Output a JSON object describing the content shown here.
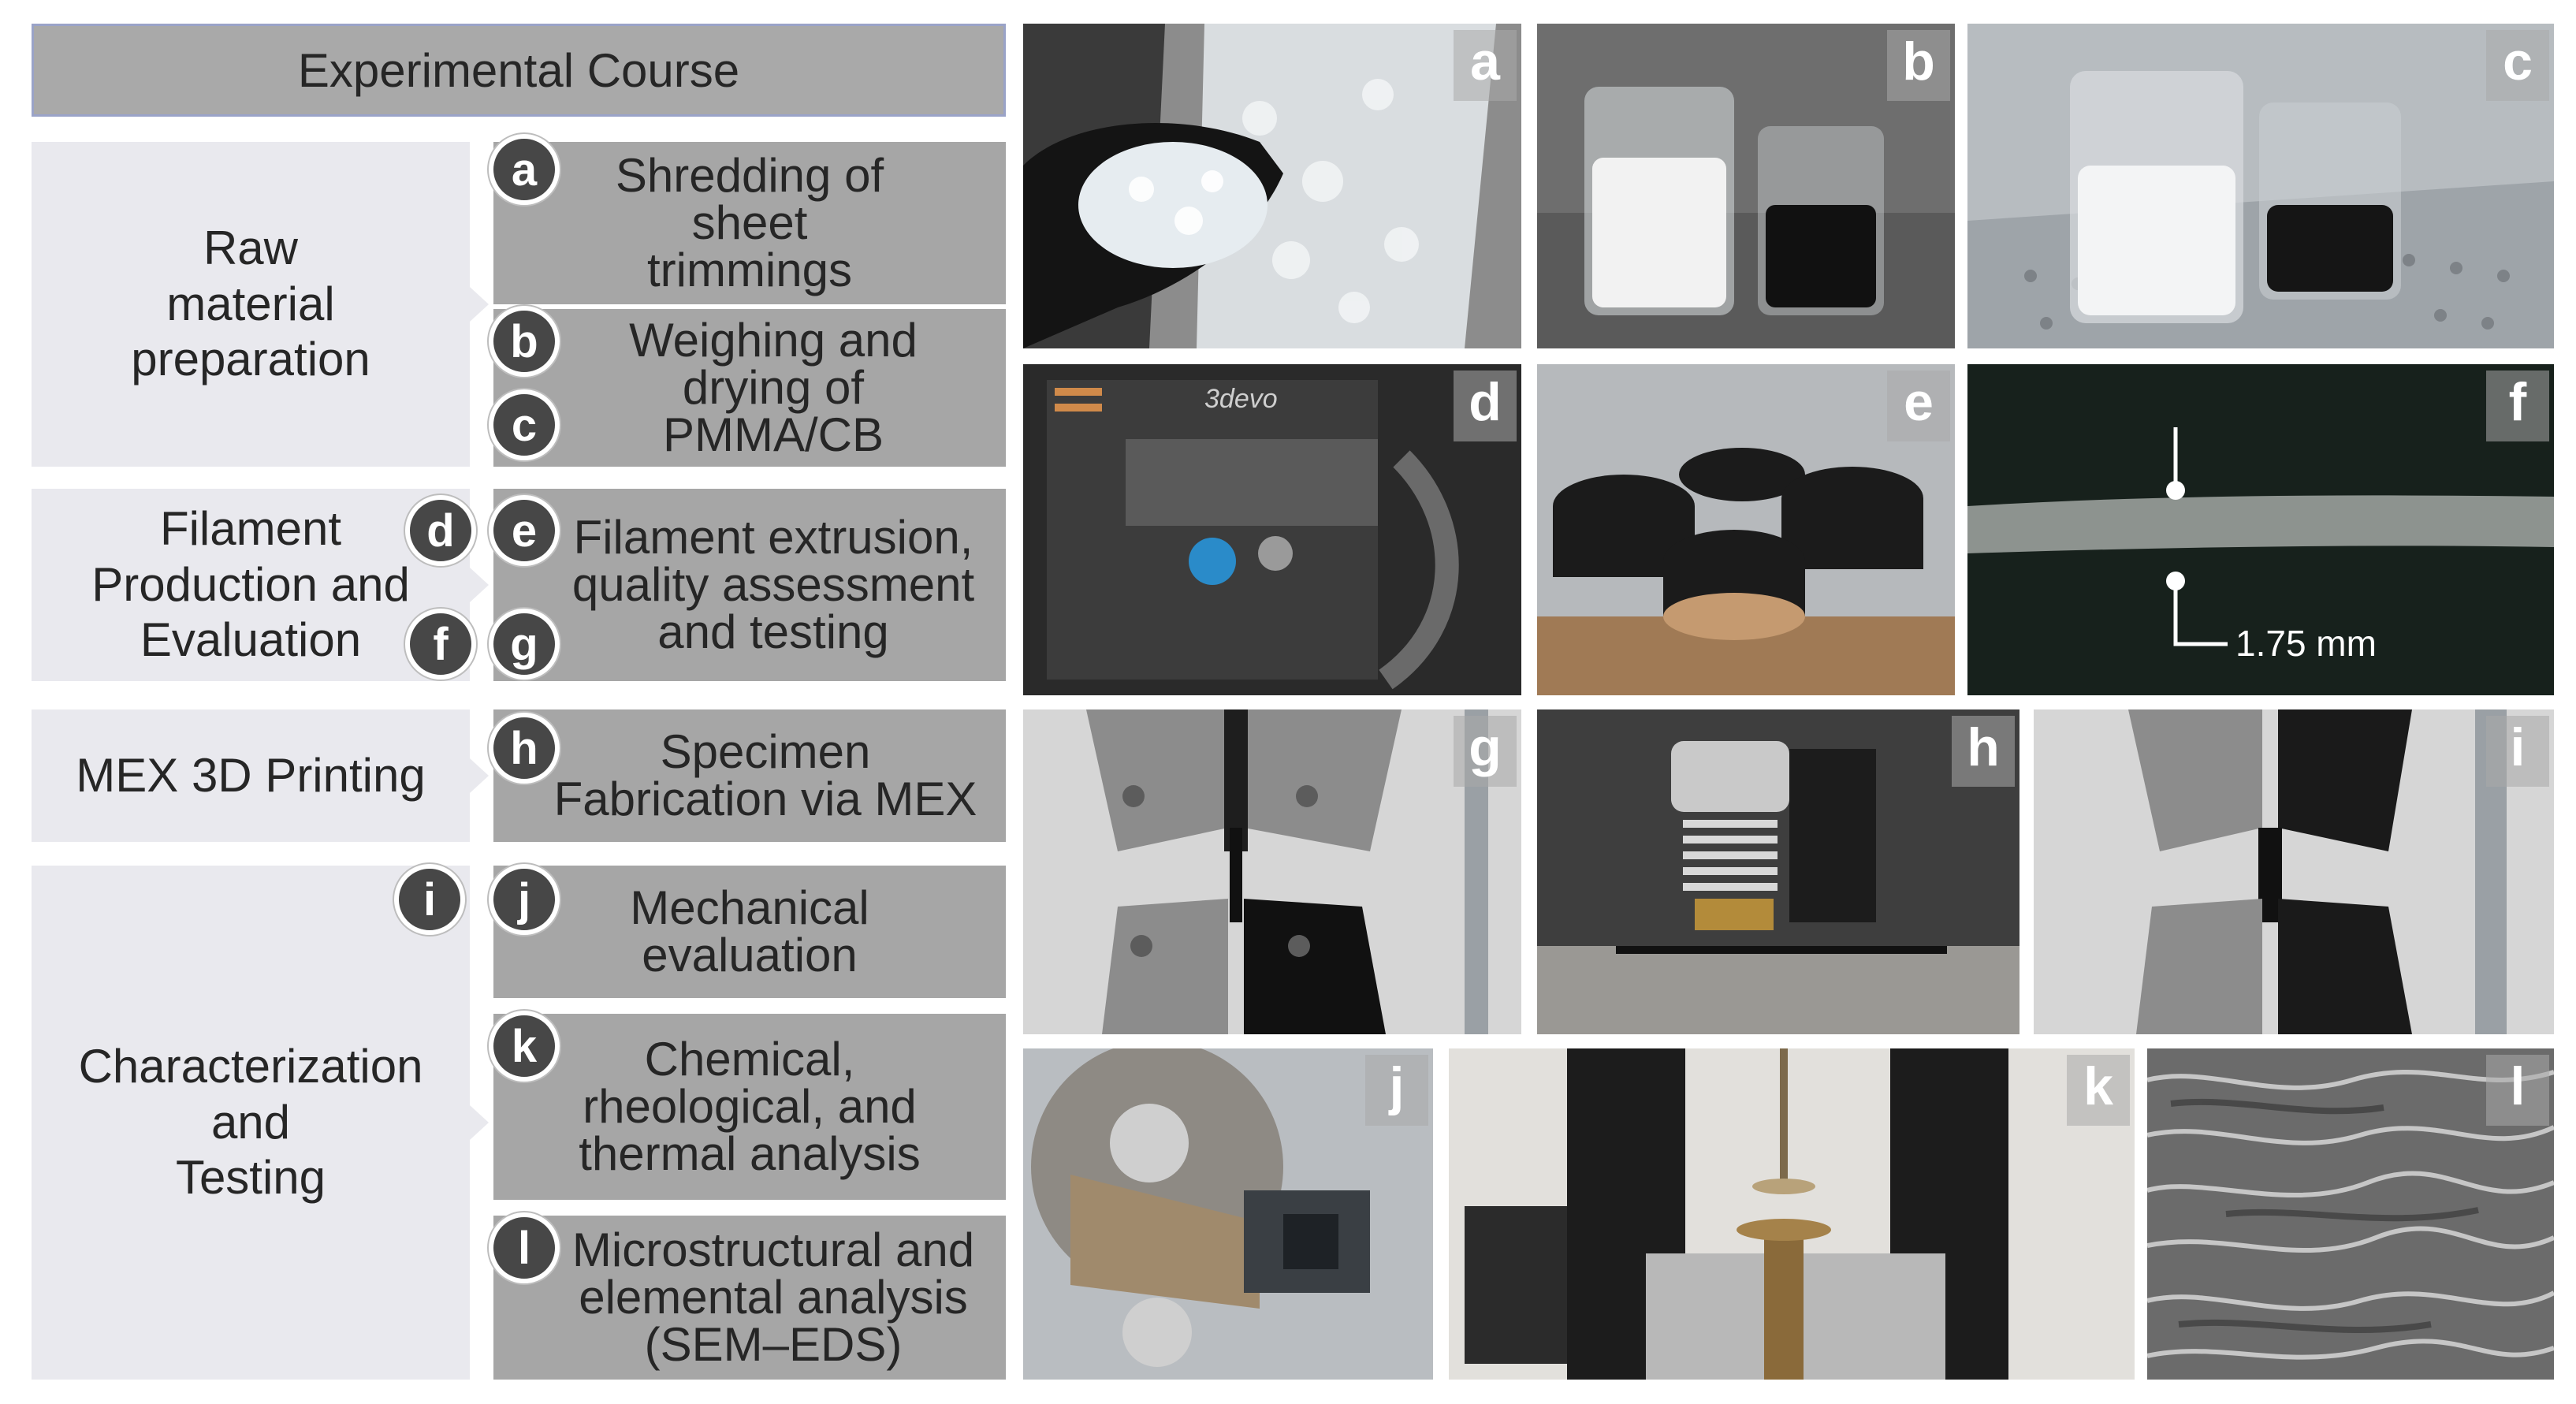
{
  "header": {
    "title": "Experimental Course"
  },
  "categories": [
    {
      "label": "Raw\nmaterial\npreparation"
    },
    {
      "label": "Filament\nProduction and\nEvaluation"
    },
    {
      "label": "MEX 3D Printing"
    },
    {
      "label": "Characterization\nand\nTesting"
    }
  ],
  "steps": [
    {
      "label": "Shredding of\nsheet\ntrimmings"
    },
    {
      "label": "Weighing and\ndrying of\nPMMA/CB"
    },
    {
      "label": "Filament extrusion,\nquality assessment\nand testing"
    },
    {
      "label": "Specimen\nFabrication via MEX"
    },
    {
      "label": "Mechanical\nevaluation"
    },
    {
      "label": "Chemical,\nrheological, and\nthermal analysis"
    },
    {
      "label": "Microstructural and\nelemental analysis\n(SEM–EDS)"
    }
  ],
  "badges": [
    "a",
    "b",
    "c",
    "d",
    "e",
    "f",
    "g",
    "h",
    "i",
    "j",
    "k",
    "l"
  ],
  "panels": [
    "a",
    "b",
    "c",
    "d",
    "e",
    "f",
    "g",
    "h",
    "i",
    "j",
    "k",
    "l"
  ],
  "annotations": {
    "extruder_brand": "3devo",
    "filament_diameter": "1.75 mm"
  }
}
